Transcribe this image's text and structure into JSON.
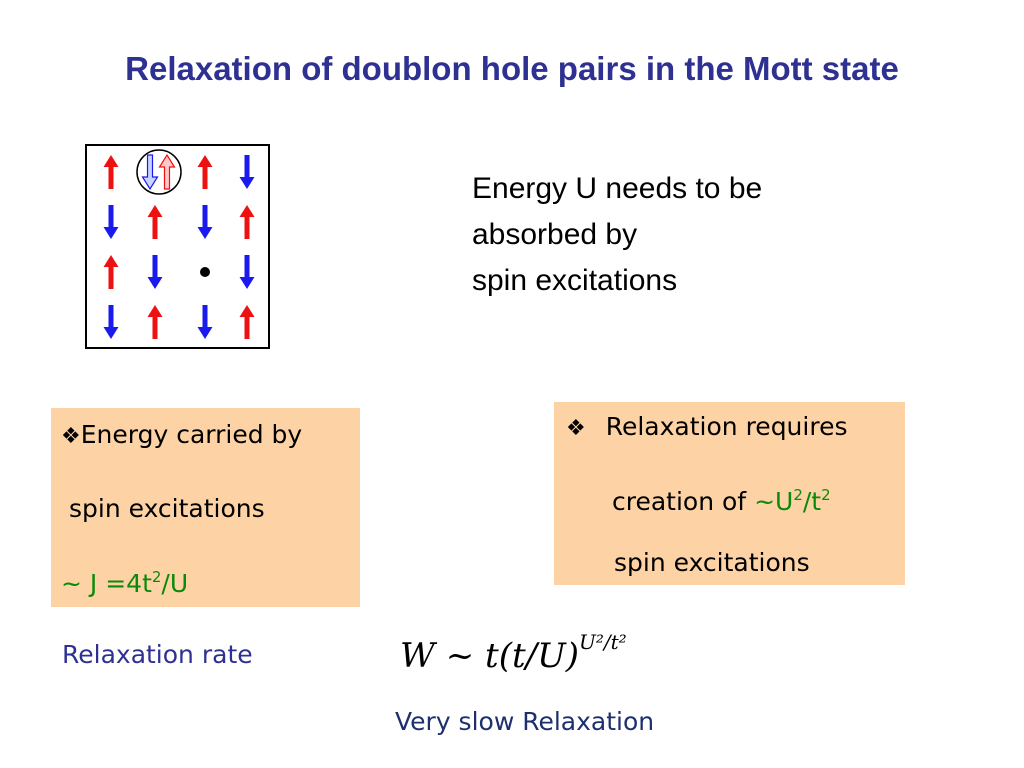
{
  "slide": {
    "title": "Relaxation of doublon hole pairs in the Mott state",
    "energy_text": [
      "Energy U needs to be",
      "absorbed by",
      "spin excitations"
    ],
    "box_left": {
      "bullet": "❖",
      "line1": "Energy carried by",
      "line2": "spin excitations",
      "line3_prefix": "~ J =4t",
      "line3_sup": "2",
      "line3_suffix": "/U"
    },
    "box_right": {
      "bullet": "❖",
      "line1": "Relaxation requires",
      "line2_prefix": "creation of ",
      "line2_highlight_a": "~U",
      "line2_sup_a": "2",
      "line2_highlight_b": "/t",
      "line2_sup_b": "2",
      "line3": "spin excitations"
    },
    "rate_label": "Relaxation rate",
    "formula": {
      "main": "W ~ t(t/U)",
      "exponent": "U²/t²"
    },
    "conclusion": "Very slow Relaxation"
  },
  "lattice": {
    "rows": [
      [
        "up",
        "doublon",
        "up",
        "down"
      ],
      [
        "down",
        "up",
        "down",
        "up"
      ],
      [
        "up",
        "down",
        "hole",
        "down"
      ],
      [
        "down",
        "up",
        "down",
        "up"
      ]
    ],
    "colors": {
      "up": "#ee1111",
      "down": "#1a1aee",
      "hole": "#000000"
    }
  },
  "colors": {
    "title": "#2e3192",
    "box_fill": "#fdd3a5",
    "highlight": "#0a8a0a"
  }
}
